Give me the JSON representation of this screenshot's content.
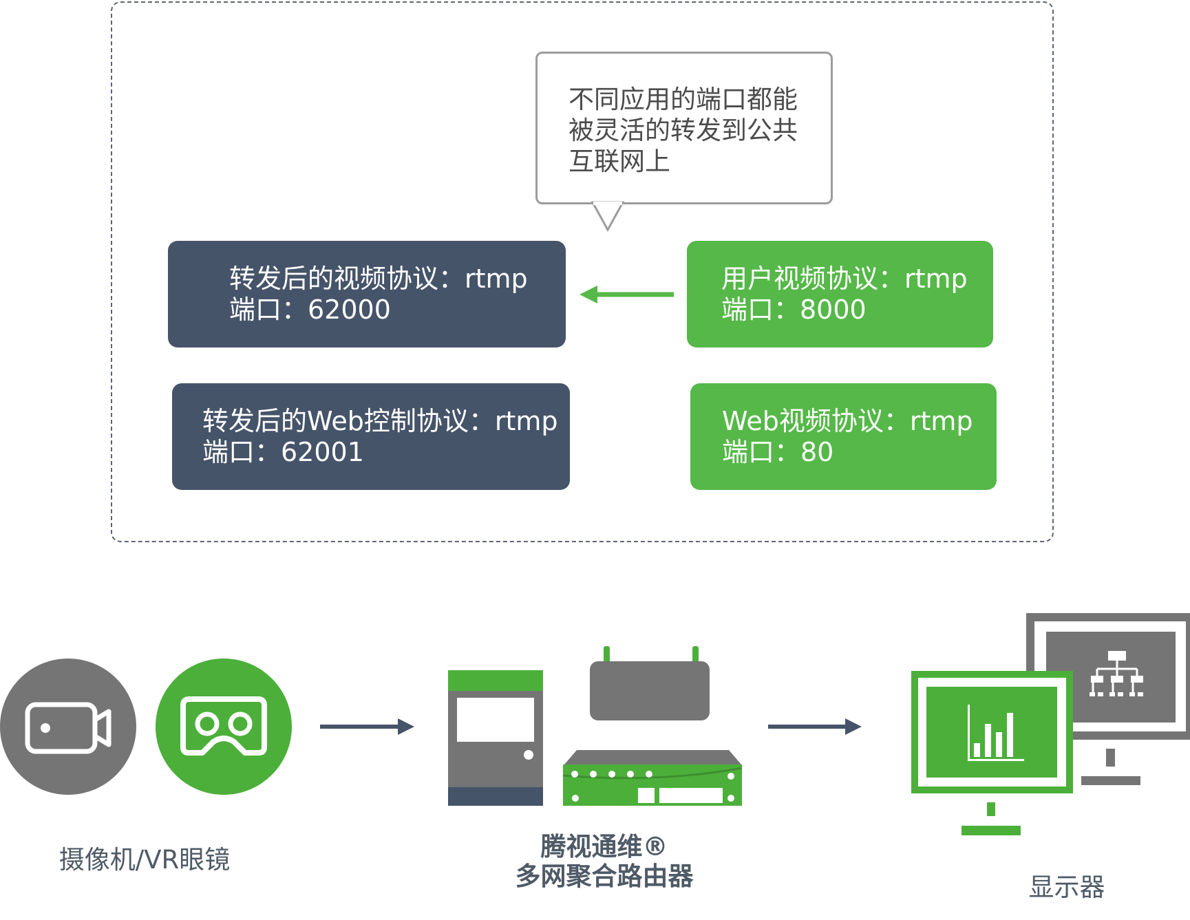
{
  "callout": {
    "lines": [
      "不同应用的端口都能",
      "被灵活的转发到公共",
      "互联网上"
    ]
  },
  "forwarded_video": {
    "protocol": "转发后的视频协议：rtmp",
    "port": "端口：62000"
  },
  "forwarded_web": {
    "protocol": "转发后的Web控制协议：rtmp",
    "port": "端口：62001"
  },
  "user_video": {
    "protocol": "用户视频协议：rtmp",
    "port": "端口：8000"
  },
  "web_video": {
    "protocol": "Web视频协议：rtmp",
    "port": "端口：80"
  },
  "devices": {
    "camera_label": "摄像机/VR眼镜",
    "router_label_line1": "腾视通维®",
    "router_label_line2": "多网聚合路由器",
    "display_label": "显示器"
  },
  "colors": {
    "dark_box": "#46546a",
    "green_box": "#55b848",
    "gray_device": "#757575",
    "green_device": "#4caf3a"
  }
}
